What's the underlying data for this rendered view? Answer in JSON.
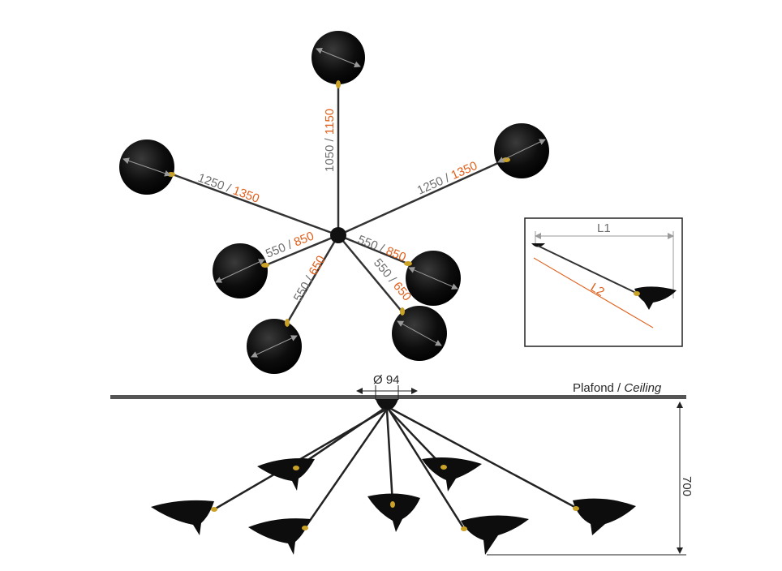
{
  "top_view": {
    "arms": [
      {
        "id": "top",
        "short": "1050",
        "long": "1150"
      },
      {
        "id": "upper-left",
        "short": "1250",
        "long": "1350"
      },
      {
        "id": "upper-right",
        "short": "1250",
        "long": "1350"
      },
      {
        "id": "mid-left",
        "short": "550",
        "long": "850"
      },
      {
        "id": "mid-right",
        "short": "550",
        "long": "850"
      },
      {
        "id": "lower-left",
        "short": "550",
        "long": "650"
      },
      {
        "id": "lower-right",
        "short": "550",
        "long": "650"
      }
    ],
    "separator": " / "
  },
  "inset": {
    "l1_label": "L1",
    "l2_label": "L2"
  },
  "side_view": {
    "diameter_label": "Ø 94",
    "ceiling_label_fr": "Plafond",
    "ceiling_separator": " / ",
    "ceiling_label_en": "Ceiling",
    "height_label": "700"
  },
  "colors": {
    "grey_dim": "#6f6f6f",
    "orange_dim": "#e0601c",
    "lamp": "#0a0a0a",
    "brass": "#c9a227"
  }
}
